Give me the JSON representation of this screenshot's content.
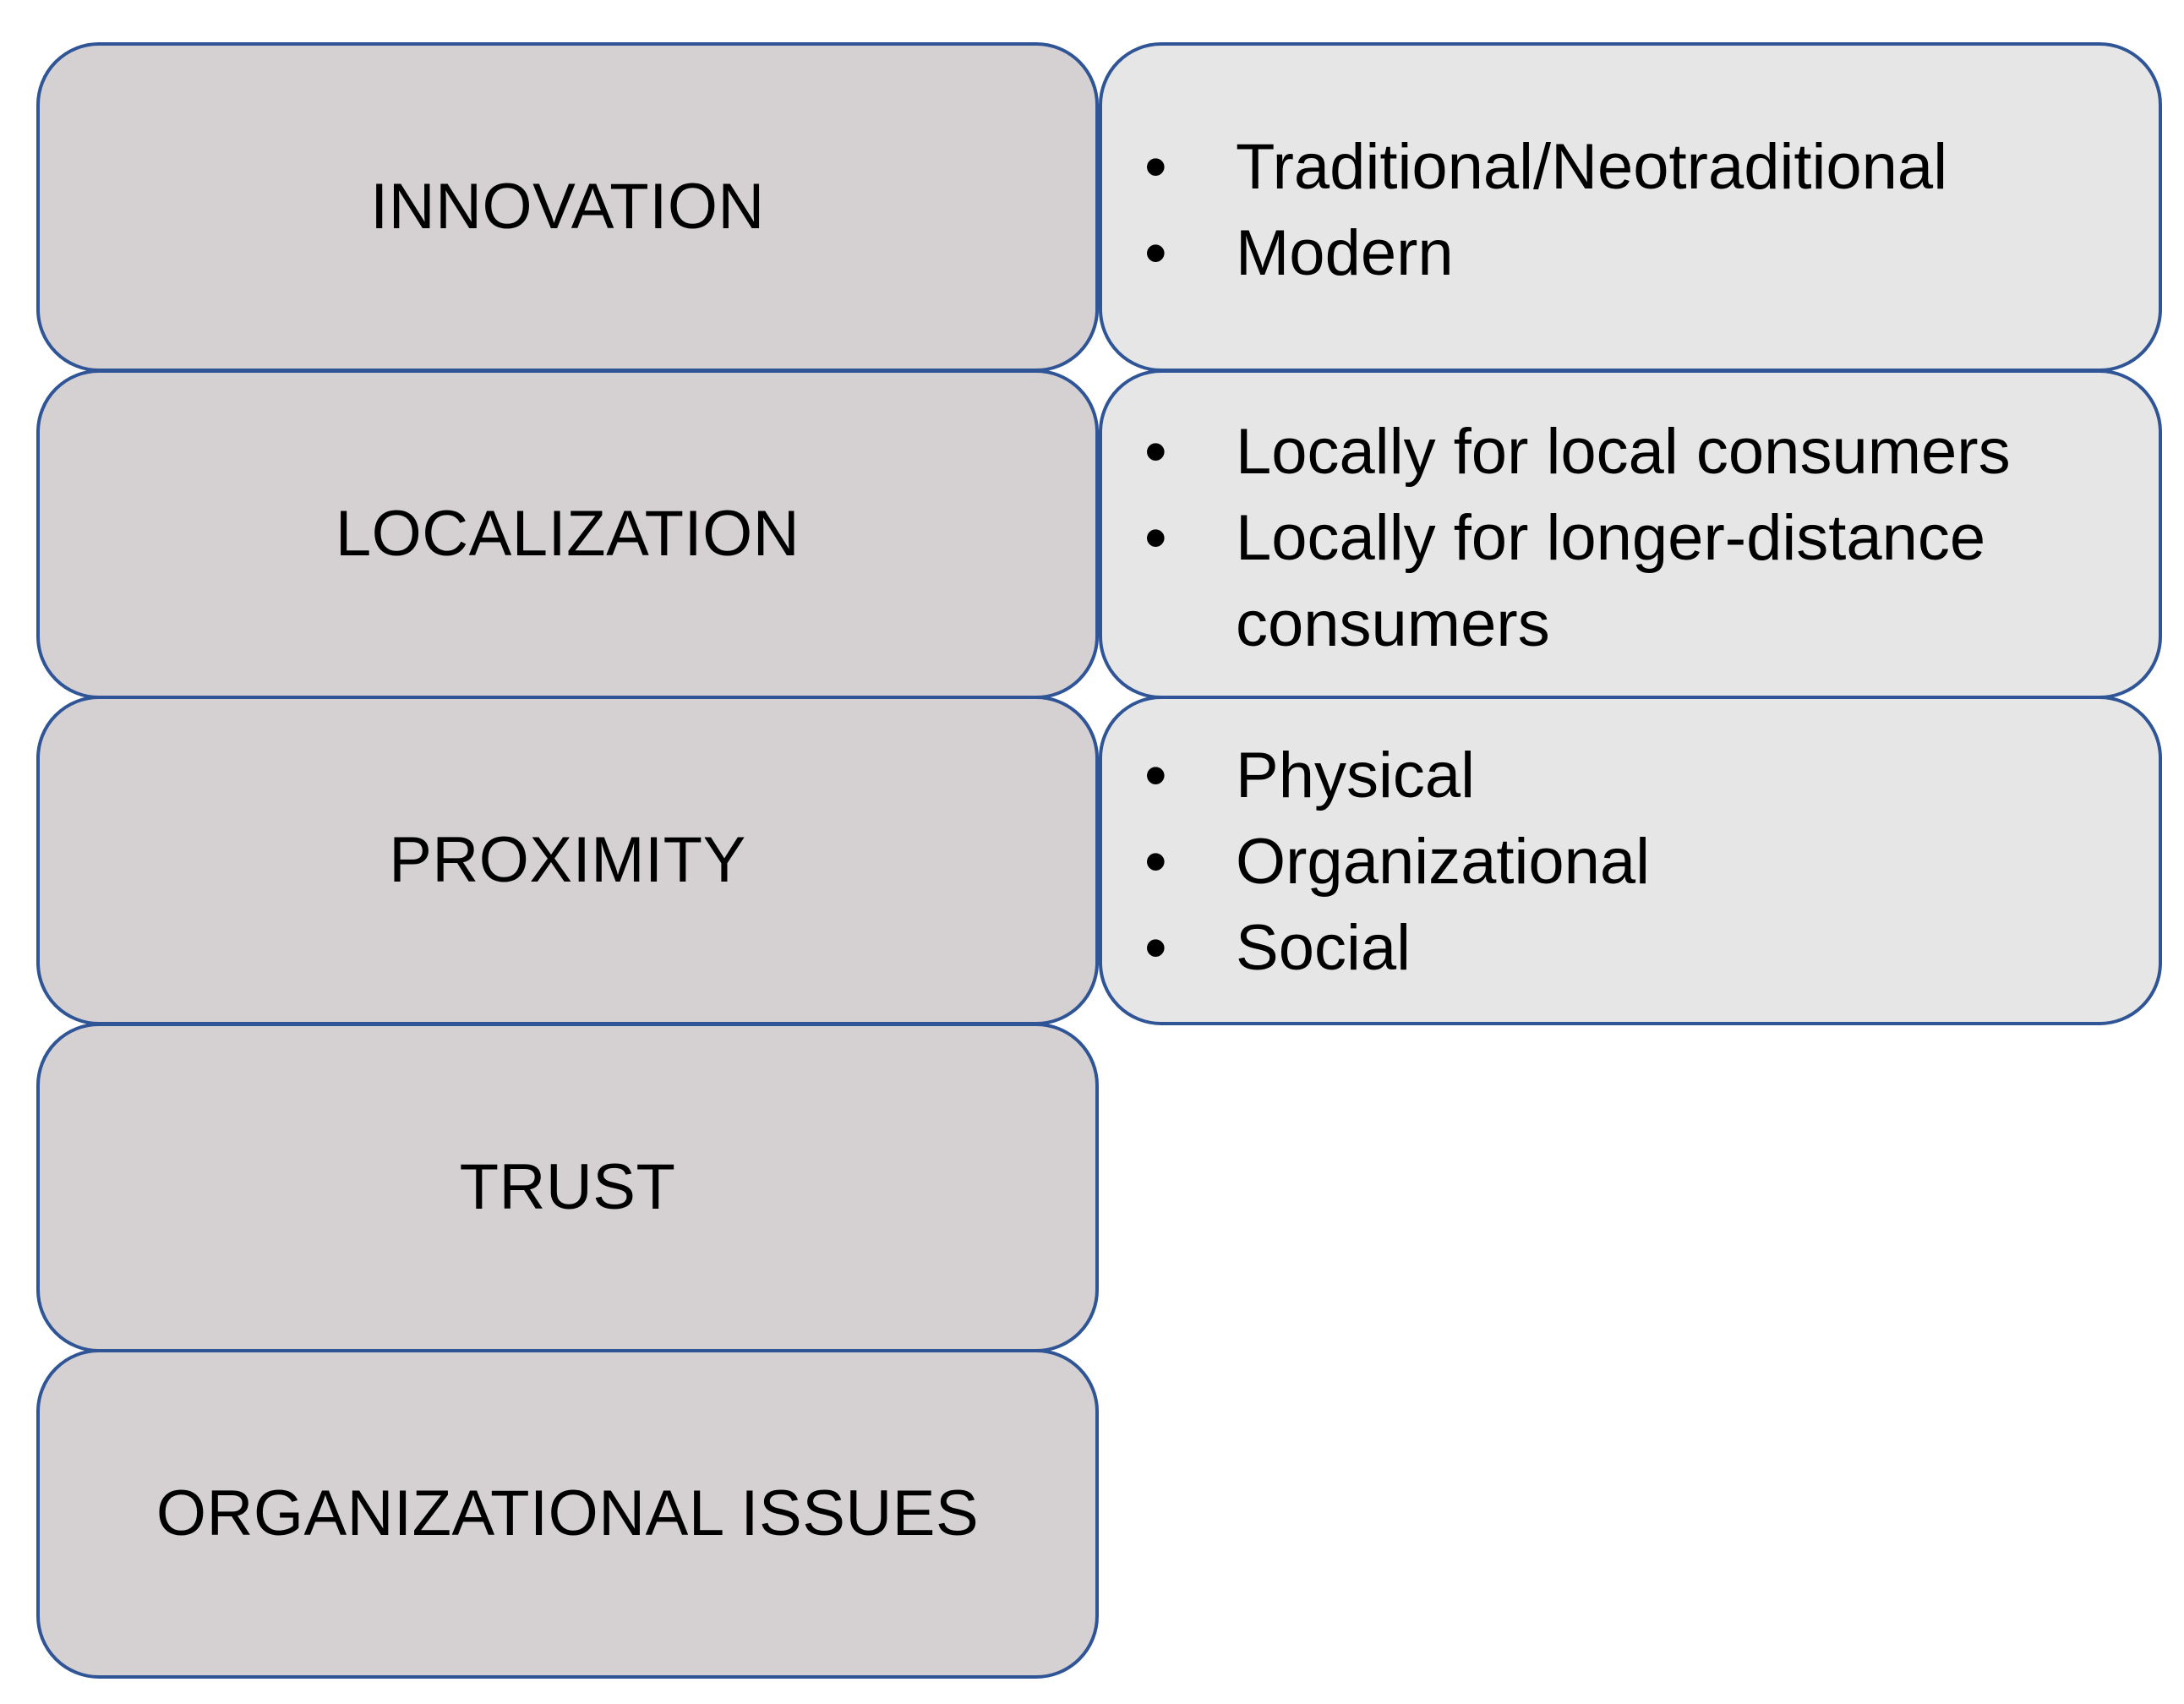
{
  "categories": [
    {
      "label": "INNOVATION",
      "details": [
        "Traditional/Neotraditional",
        "Modern"
      ]
    },
    {
      "label": "LOCALIZATION",
      "details": [
        "Locally for local consumers",
        "Locally for longer-distance consumers"
      ]
    },
    {
      "label": "PROXIMITY",
      "details": [
        "Physical",
        "Organizational",
        "Social"
      ]
    },
    {
      "label": "TRUST",
      "details": []
    },
    {
      "label": "ORGANIZATIONAL ISSUES",
      "details": []
    }
  ],
  "colors": {
    "left_box_fill": "#d5d1d3",
    "right_box_fill": "#e6e6e6",
    "border": "#2f5597",
    "text": "#000000"
  }
}
